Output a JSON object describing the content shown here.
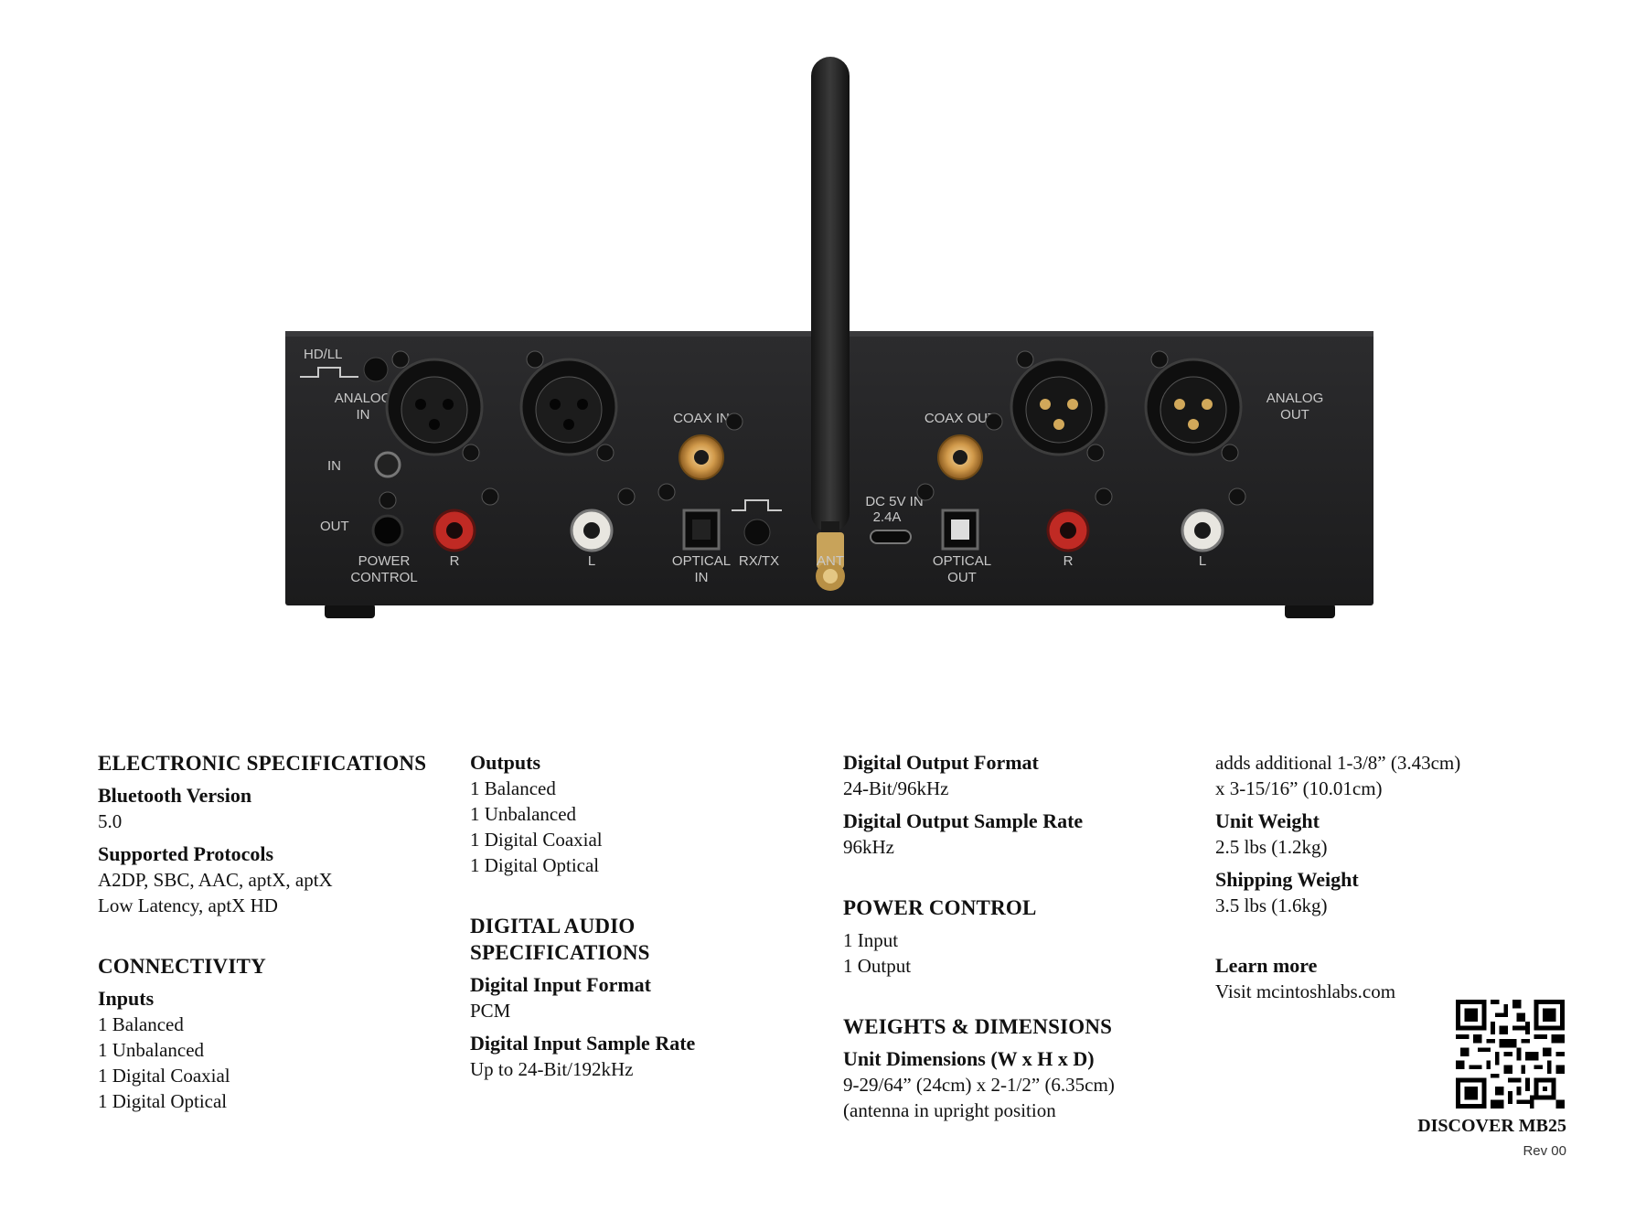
{
  "panel": {
    "hdll": "HD/LL",
    "analog_in": [
      "ANALOG",
      "IN"
    ],
    "in": "IN",
    "out": "OUT",
    "power_control": [
      "POWER",
      "CONTROL"
    ],
    "r": "R",
    "l": "L",
    "coax_in": "COAX IN",
    "optical_in": [
      "OPTICAL",
      "IN"
    ],
    "rxtx": "RX/TX",
    "ant": "ANT",
    "dc": [
      "DC 5V IN",
      "2.4A"
    ],
    "coax_out": "COAX OUT",
    "optical_out": [
      "OPTICAL",
      "OUT"
    ],
    "analog_out": [
      "ANALOG",
      "OUT"
    ]
  },
  "specs": {
    "electronic": {
      "title": "ELECTRONIC SPECIFICATIONS",
      "bt_label": "Bluetooth Version",
      "bt_value": "5.0",
      "protocols_label": "Supported Protocols",
      "protocols_value": [
        "A2DP, SBC, AAC, aptX, aptX",
        "Low Latency, aptX HD"
      ]
    },
    "connectivity": {
      "title": "CONNECTIVITY",
      "inputs_label": "Inputs",
      "inputs": [
        "1 Balanced",
        "1 Unbalanced",
        "1 Digital Coaxial",
        "1 Digital Optical"
      ],
      "outputs_label": "Outputs",
      "outputs": [
        "1 Balanced",
        "1 Unbalanced",
        "1 Digital Coaxial",
        "1 Digital Optical"
      ]
    },
    "digital_audio": {
      "title": [
        "DIGITAL AUDIO",
        "SPECIFICATIONS"
      ],
      "input_format_label": "Digital Input Format",
      "input_format_value": "PCM",
      "input_rate_label": "Digital Input Sample Rate",
      "input_rate_value": "Up to 24-Bit/192kHz",
      "output_format_label": "Digital Output Format",
      "output_format_value": "24-Bit/96kHz",
      "output_rate_label": "Digital Output Sample Rate",
      "output_rate_value": "96kHz"
    },
    "power_control": {
      "title": "POWER CONTROL",
      "lines": [
        "1 Input",
        "1 Output"
      ]
    },
    "weights": {
      "title": "WEIGHTS & DIMENSIONS",
      "dim_label": "Unit Dimensions (W x H x D)",
      "dim_value": [
        "9-29/64” (24cm) x 2-1/2” (6.35cm)",
        "(antenna in upright position",
        "adds additional 1-3/8” (3.43cm)",
        "x 3-15/16” (10.01cm)"
      ],
      "unit_weight_label": "Unit Weight",
      "unit_weight_value": "2.5 lbs (1.2kg)",
      "ship_weight_label": "Shipping Weight",
      "ship_weight_value": "3.5 lbs (1.6kg)"
    },
    "learn": {
      "label": "Learn more",
      "value": "Visit mcintoshlabs.com"
    },
    "discover": "DISCOVER MB25",
    "rev": "Rev 00"
  },
  "icons": [
    "qr-code-icon"
  ]
}
